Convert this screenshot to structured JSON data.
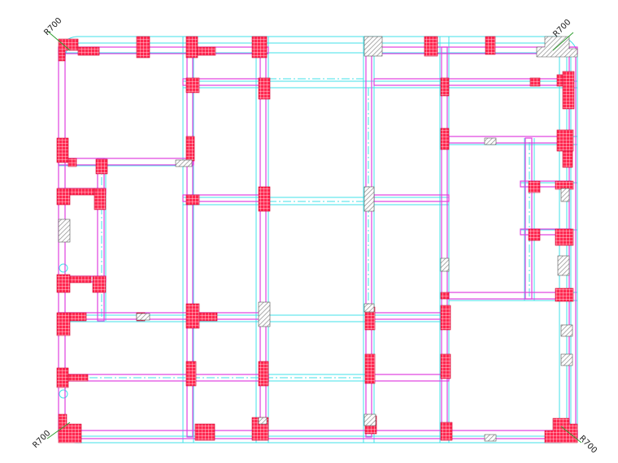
{
  "drawing": {
    "corner_labels": {
      "top_left": "R700",
      "top_right": "R700",
      "bottom_left": "R700",
      "bottom_right": "R700"
    },
    "colors": {
      "background": "#ffffff",
      "axis_line": "#40e0e8",
      "beam_line": "#e040e0",
      "column_fill": "#ff2850",
      "column_hatch": "#8a8a8a",
      "leader_line": "#2e9e2e"
    }
  }
}
